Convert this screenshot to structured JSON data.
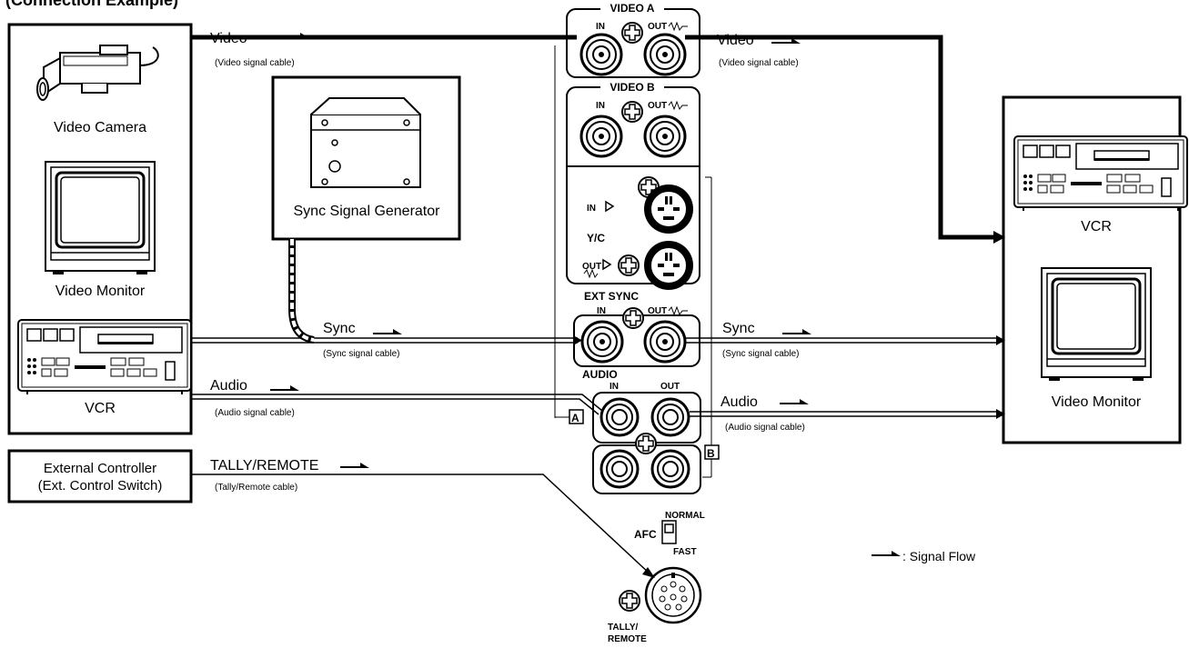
{
  "title": "(Connection Example)",
  "source_box": {
    "camera_label": "Video Camera",
    "monitor_label": "Video Monitor",
    "vcr_label": "VCR"
  },
  "sync_generator_label": "Sync Signal Generator",
  "controller_label_1": "External Controller",
  "controller_label_2": "(Ext. Control Switch)",
  "dest_box": {
    "vcr_label": "VCR",
    "monitor_label": "Video Monitor"
  },
  "cables": {
    "video_in": "Video",
    "video_in_sub": "(Video signal cable)",
    "video_out": "Video",
    "video_out_sub": "(Video signal cable)",
    "sync_in": "Sync",
    "sync_in_sub": "(Sync signal cable)",
    "sync_out": "Sync",
    "sync_out_sub": "(Sync signal cable)",
    "audio_in": "Audio",
    "audio_in_sub": "(Audio signal cable)",
    "audio_out": "Audio",
    "audio_out_sub": "(Audio signal cable)",
    "tally": "TALLY/REMOTE",
    "tally_sub": "(Tally/Remote cable)"
  },
  "panel": {
    "video_a": "VIDEO A",
    "video_b": "VIDEO B",
    "in": "IN",
    "out": "OUT",
    "yc": "Y/C",
    "ext_sync": "EXT SYNC",
    "audio": "AUDIO",
    "letter_a": "A",
    "letter_b": "B",
    "afc": "AFC",
    "normal": "NORMAL",
    "fast": "FAST",
    "tally_1": "TALLY/",
    "tally_2": "REMOTE"
  },
  "legend": ": Signal Flow"
}
